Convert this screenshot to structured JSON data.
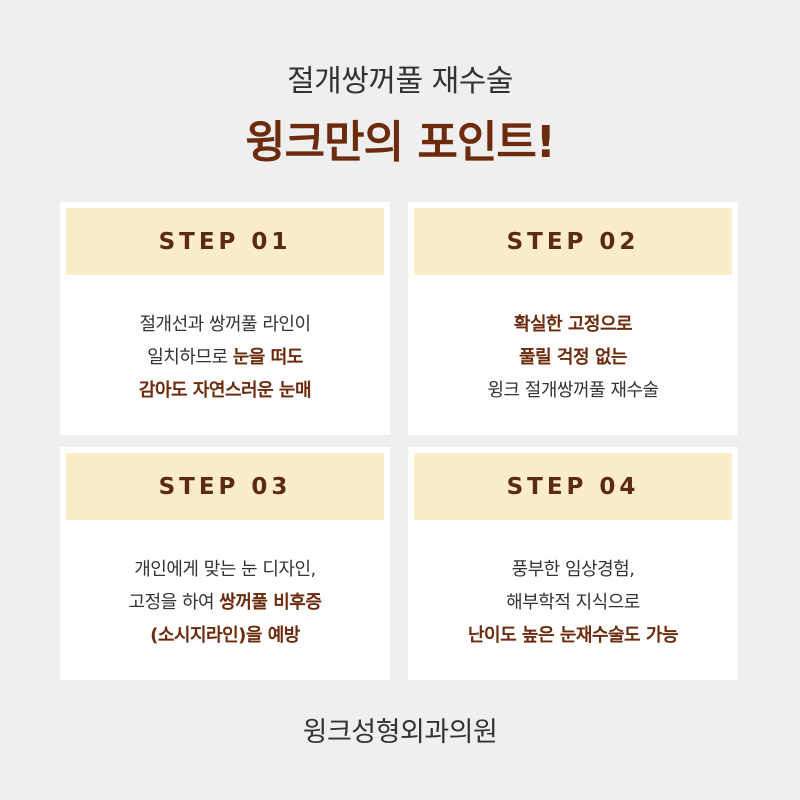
{
  "subtitle": "절개쌍꺼풀 재수술",
  "title": "윙크만의 포인트!",
  "footer": "윙크성형외과의원",
  "colors": {
    "background": "#efefef",
    "card": "#ffffff",
    "card_header": "#fbecca",
    "accent_brown": "#6b2b0c",
    "text": "#333333"
  },
  "cards": [
    {
      "step": "STEP 01",
      "lines": [
        {
          "plain": "절개선과 쌍꺼풀 라인이",
          "highlight": ""
        },
        {
          "plain": "일치하므로 ",
          "highlight": "눈을 떠도"
        },
        {
          "plain": "",
          "highlight": "감아도 자연스러운 눈매"
        }
      ]
    },
    {
      "step": "STEP 02",
      "lines": [
        {
          "plain": "",
          "highlight": "확실한 고정으로"
        },
        {
          "plain": "",
          "highlight": "풀릴 걱정 없는"
        },
        {
          "plain": "윙크 절개쌍꺼풀 재수술",
          "highlight": ""
        }
      ]
    },
    {
      "step": "STEP 03",
      "lines": [
        {
          "plain": "개인에게 맞는 눈 디자인,",
          "highlight": ""
        },
        {
          "plain": "고정을 하여 ",
          "highlight": "쌍꺼풀 비후증"
        },
        {
          "plain": "",
          "highlight": "(소시지라인)",
          "tail": "을 예방"
        }
      ]
    },
    {
      "step": "STEP 04",
      "lines": [
        {
          "plain": "풍부한 임상경험,",
          "highlight": ""
        },
        {
          "plain": "해부학적 지식으로",
          "highlight": ""
        },
        {
          "plain": "",
          "highlight": "난이도 높은 눈재수술도 가능"
        }
      ]
    }
  ]
}
